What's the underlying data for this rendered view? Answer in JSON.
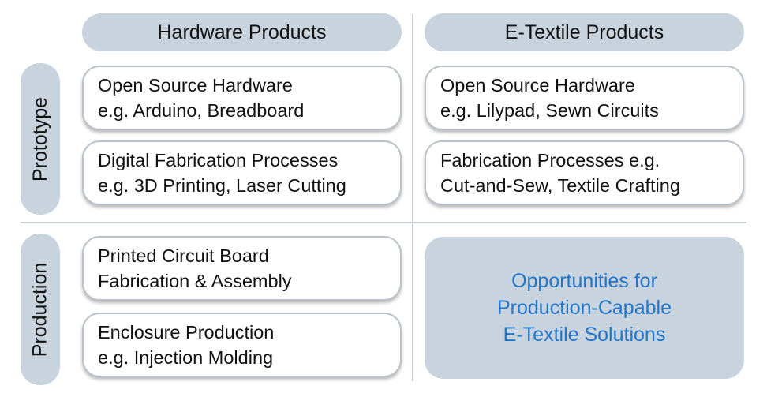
{
  "columns": {
    "hardware": "Hardware Products",
    "etextile": "E-Textile Products"
  },
  "rows": {
    "prototype": "Prototype",
    "production": "Production"
  },
  "cells": {
    "prototype_hardware_1": {
      "line1": "Open Source Hardware",
      "line2": "e.g. Arduino, Breadboard"
    },
    "prototype_hardware_2": {
      "line1": "Digital Fabrication Processes",
      "line2": "e.g. 3D Printing, Laser Cutting"
    },
    "prototype_etextile_1": {
      "line1": "Open Source Hardware",
      "line2": "e.g. Lilypad, Sewn Circuits"
    },
    "prototype_etextile_2": {
      "line1": "Fabrication Processes e.g.",
      "line2": "Cut-and-Sew, Textile Crafting"
    },
    "production_hardware_1": {
      "line1": "Printed Circuit Board",
      "line2": "Fabrication & Assembly"
    },
    "production_hardware_2": {
      "line1": "Enclosure Production",
      "line2": "e.g. Injection Molding"
    },
    "production_etextile": {
      "line1": "Opportunities for",
      "line2": "Production-Capable",
      "line3": "E-Textile Solutions"
    }
  },
  "colors": {
    "header_fill": "#c8d3dd",
    "box_border": "#b9c2cb",
    "highlight_text": "#2176c9",
    "divider": "#c8d0d8"
  }
}
